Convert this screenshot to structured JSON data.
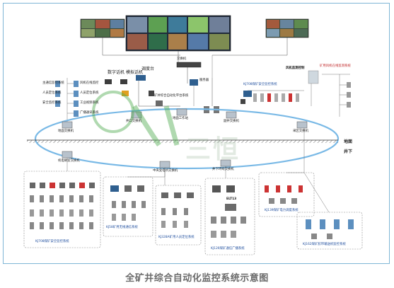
{
  "caption": "全矿井综合自动化监控系统示意图",
  "surface_labels": {
    "digital_phone": "数字话机",
    "analog_phone": "模拟话机",
    "dispatch_desk": "调度台",
    "switch": "交换机",
    "surface_server": "地面服务器",
    "fan_monitor": "风机监测控制",
    "mine_fan_system": "矿用风机在线监测系统",
    "kj708_top": "KJ708煤矿安全监控系统",
    "left_col_1": "主通信监控系统",
    "left_col_2": "人员定位系统",
    "left_col_3": "安全监控系统",
    "right_col_1": "风机在线监控",
    "right_col_2": "人员定位系统",
    "right_col_3": "工业视频系统",
    "right_col_4": "广播通讯系统",
    "server_label": "服务器",
    "mid_label": "矿井综合自动化平台系统"
  },
  "ring_labels": {
    "ring_a": "地面交换机",
    "ring_b": "井口交换机",
    "ring_c": "地面工作站",
    "ring_d": "副井交换机",
    "ring_e": "采区交换机",
    "ring_f": "机电硐室交换机",
    "ring_g": "中央变电所交换机",
    "ring_h": "井下环网交换机"
  },
  "ground_labels": {
    "surface": "地面",
    "underground": "井下"
  },
  "subsystems": {
    "kj708": "KJ708煤矿安全监控系统",
    "kj58": "KJ58矿用无线通信系统",
    "kj328": "KJ328A矿用人员定位系统",
    "kj126": "KJ126煤矿通信广播系统",
    "kj139": "KJ139煤矿电力调度系统",
    "kj162": "KJ162煤矿胶带输送机监控系统",
    "elt": "ELT13"
  },
  "watermark": "SHR",
  "watermark_text": "三恒"
}
